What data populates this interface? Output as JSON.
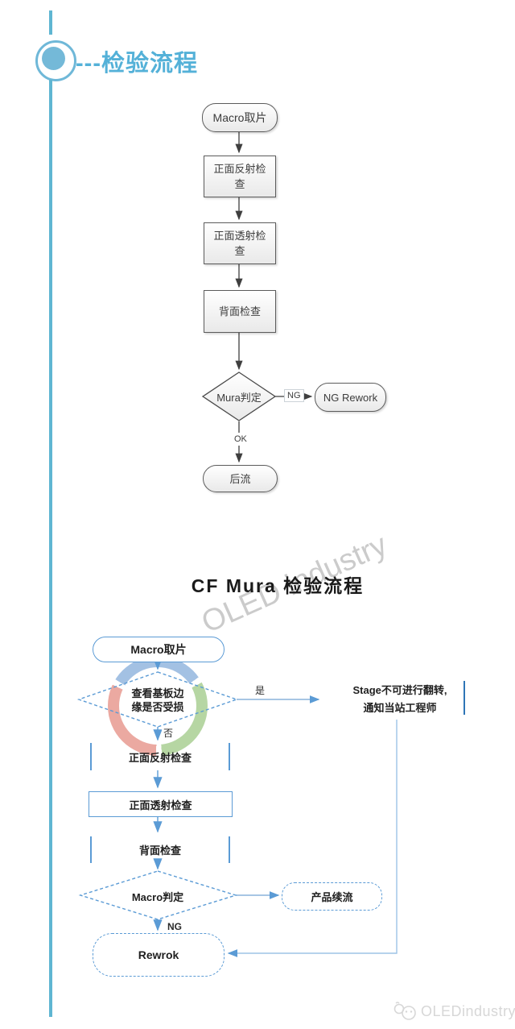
{
  "header": {
    "dashes": "---",
    "title": "检验流程"
  },
  "chart1": {
    "start": "Macro取片",
    "step1": "正面反射检查",
    "step2": "正面透射检查",
    "step3": "背面检查",
    "decision": "Mura判定",
    "label_ng": "NG",
    "label_ok": "OK",
    "ng_node": "NG Rework",
    "end_node": "后流"
  },
  "chart2": {
    "title": "CF Mura 检验流程",
    "watermark": "OLED industry",
    "start": "Macro取片",
    "decision1": "查看基板边缘是否受损",
    "label_yes": "是",
    "yes_note_line1": "Stage不可进行翻转,",
    "yes_note_line2": "通知当站工程师",
    "label_no": "否",
    "step1": "正面反射检查",
    "step2": "正面透射检查",
    "step3": "背面检查",
    "decision2": "Macro判定",
    "label_ng": "NG",
    "continue_node": "产品续流",
    "rework_node": "Rewrok"
  },
  "footer": {
    "brand": "OLEDindustry"
  },
  "colors": {
    "accent_teal": "#5fb6d2",
    "chart1_gray": "#5c5c5c",
    "chart2_blue": "#5b9bd5",
    "watermark_gray": "#bfbfbf"
  }
}
